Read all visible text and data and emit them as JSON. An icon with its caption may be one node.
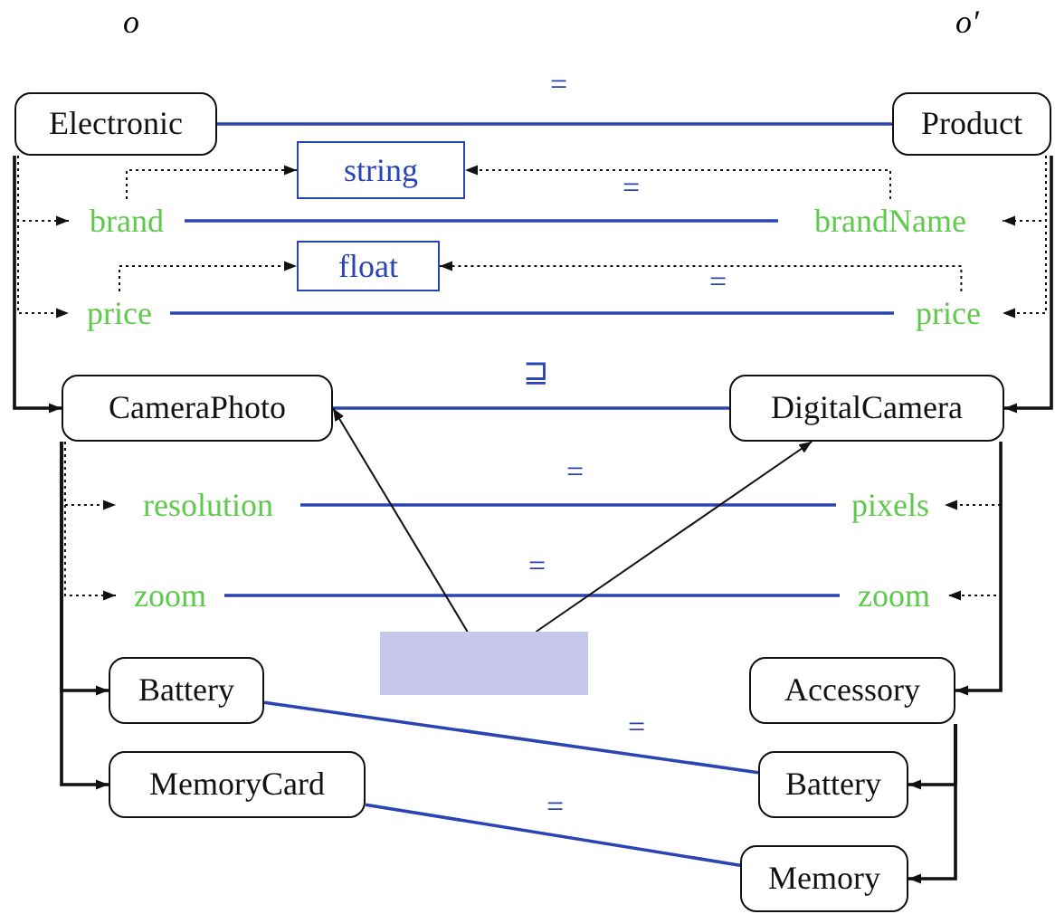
{
  "diagram": {
    "nodes": [
      {
        "text": [
          "Electronic"
        ]
      },
      {
        "text": [
          "Product"
        ]
      },
      {
        "text": [
          "string"
        ]
      },
      {
        "text": [
          "brand"
        ]
      },
      {
        "text": [
          "brandName"
        ]
      },
      {
        "text": [
          "float"
        ]
      },
      {
        "text": [
          "price"
        ]
      },
      {
        "text": [
          "price"
        ]
      },
      {
        "text": [
          "CameraPhoto"
        ]
      },
      {
        "text": [
          "DigitalCamera"
        ]
      },
      {
        "text": [
          "resolution"
        ]
      },
      {
        "text": [
          "pixels"
        ]
      },
      {
        "text": [
          "zoom"
        ]
      },
      {
        "text": [
          "zoom"
        ]
      },
      {
        "text": [],
        "shape": "box"
      },
      {
        "text": [
          "Battery"
        ]
      },
      {
        "text": [
          "Accessory"
        ]
      },
      {
        "text": [
          "MemoryCard"
        ]
      },
      {
        "text": [
          "Battery"
        ]
      },
      {
        "text": [
          "Memory"
        ]
      }
    ],
    "edges": [
      {
        "from": 0,
        "to": 1,
        "arrow": "none",
        "label": "=",
        "color": "#2b44b3"
      },
      {
        "from": 3,
        "to": 4,
        "arrow": "none",
        "label": "=",
        "color": "#2b44b3"
      },
      {
        "from": 6,
        "to": 7,
        "arrow": "none",
        "label": "=",
        "color": "#2b44b3"
      },
      {
        "from": 8,
        "to": 9,
        "arrow": "none",
        "label": "⊒",
        "color": "#2b44b3"
      },
      {
        "from": 10,
        "to": 11,
        "arrow": "none",
        "label": "=",
        "color": "#2b44b3"
      },
      {
        "from": 12,
        "to": 13,
        "arrow": "none",
        "label": "=",
        "color": "#2b44b3"
      },
      {
        "from": 15,
        "to": 18,
        "arrow": "none",
        "label": "=",
        "color": "#2b44b3"
      },
      {
        "from": 17,
        "to": 19,
        "arrow": "none",
        "label": "=",
        "color": "#2b44b3"
      },
      {
        "from": 0,
        "to": 3,
        "arrow": "to",
        "style": "dashed"
      },
      {
        "from": 0,
        "to": 6,
        "arrow": "to",
        "style": "dashed"
      },
      {
        "from": 0,
        "to": 8,
        "arrow": "to"
      },
      {
        "from": 1,
        "to": 4,
        "arrow": "to",
        "style": "dashed"
      },
      {
        "from": 1,
        "to": 7,
        "arrow": "to",
        "style": "dashed"
      },
      {
        "from": 1,
        "to": 9,
        "arrow": "to"
      },
      {
        "from": 3,
        "to": 2,
        "arrow": "to",
        "style": "dashed"
      },
      {
        "from": 4,
        "to": 2,
        "arrow": "to",
        "style": "dashed"
      },
      {
        "from": 6,
        "to": 5,
        "arrow": "to",
        "style": "dashed"
      },
      {
        "from": 7,
        "to": 5,
        "arrow": "to",
        "style": "dashed"
      },
      {
        "from": 8,
        "to": 10,
        "arrow": "to",
        "style": "dashed"
      },
      {
        "from": 8,
        "to": 12,
        "arrow": "to",
        "style": "dashed"
      },
      {
        "from": 8,
        "to": 15,
        "arrow": "to"
      },
      {
        "from": 8,
        "to": 17,
        "arrow": "to"
      },
      {
        "from": 9,
        "to": 11,
        "arrow": "to",
        "style": "dashed"
      },
      {
        "from": 9,
        "to": 13,
        "arrow": "to",
        "style": "dashed"
      },
      {
        "from": 9,
        "to": 16,
        "arrow": "to"
      },
      {
        "from": 16,
        "to": 18,
        "arrow": "to"
      },
      {
        "from": 16,
        "to": 19,
        "arrow": "to"
      },
      {
        "from": 14,
        "to": 8,
        "arrow": "to"
      },
      {
        "from": 14,
        "to": 9,
        "arrow": "to"
      }
    ],
    "labels": [
      "o",
      "o′"
    ]
  }
}
